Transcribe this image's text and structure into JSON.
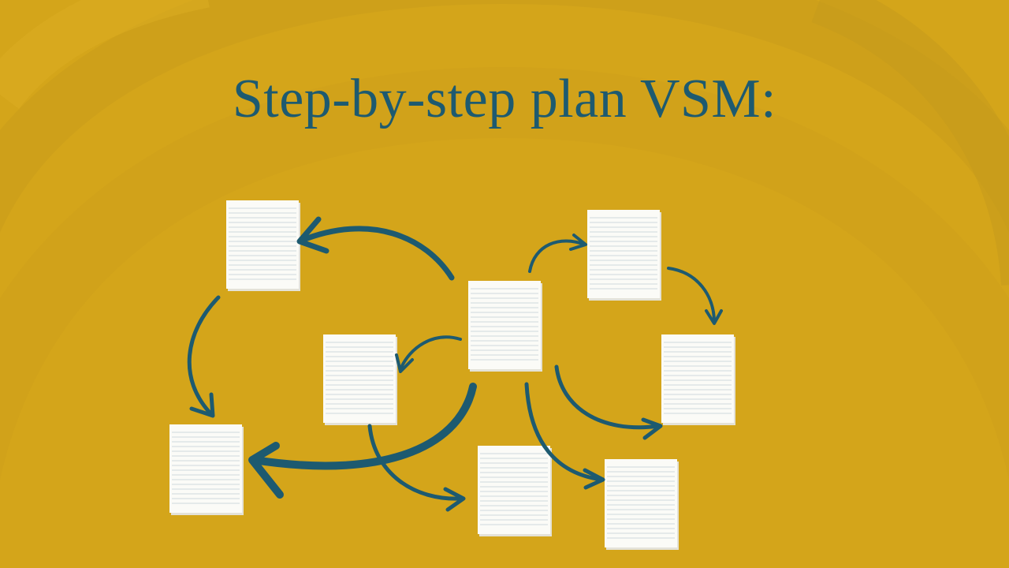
{
  "slide": {
    "title": "Step-by-step plan VSM:",
    "colors": {
      "background": "#d4a51a",
      "swirl": "#c49a1c",
      "ink": "#1d5a70",
      "paper": "#fbfbf7"
    }
  },
  "diagram": {
    "node_icon": "document-icon",
    "nodes": [
      {
        "id": "doc-top-left"
      },
      {
        "id": "doc-bottom-left"
      },
      {
        "id": "doc-center-left"
      },
      {
        "id": "doc-center"
      },
      {
        "id": "doc-top-right"
      },
      {
        "id": "doc-right"
      },
      {
        "id": "doc-bottom-center"
      },
      {
        "id": "doc-bottom-right"
      }
    ],
    "edges": [
      {
        "from": "doc-center",
        "to": "doc-top-left"
      },
      {
        "from": "doc-top-left",
        "to": "doc-bottom-left"
      },
      {
        "from": "doc-center",
        "to": "doc-bottom-left"
      },
      {
        "from": "doc-center",
        "to": "doc-center-left"
      },
      {
        "from": "doc-center-left",
        "to": "doc-bottom-center"
      },
      {
        "from": "doc-center",
        "to": "doc-top-right"
      },
      {
        "from": "doc-top-right",
        "to": "doc-right"
      },
      {
        "from": "doc-center",
        "to": "doc-right"
      },
      {
        "from": "doc-center",
        "to": "doc-bottom-right"
      }
    ]
  }
}
